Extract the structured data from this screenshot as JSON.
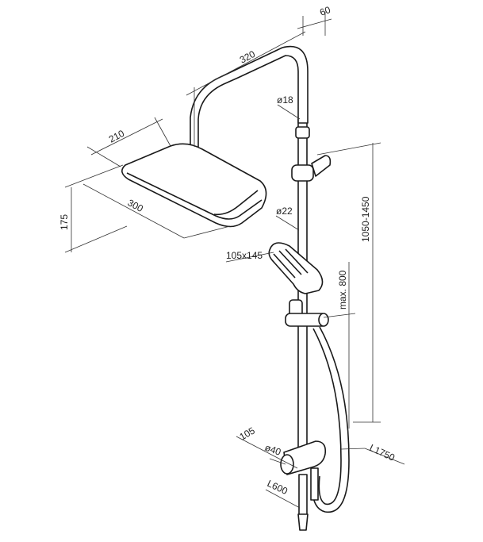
{
  "drawing": {
    "labels": {
      "arm_offset": "60",
      "arm_length": "320",
      "arm_diameter": "ø18",
      "head_depth": "210",
      "head_height": "175",
      "head_width": "300",
      "pole_diameter": "ø22",
      "hand_shower_size": "105x145",
      "height_range": "1050-1450",
      "slide_range": "max. 800",
      "diverter_offset": "105",
      "diverter_diameter": "ø40",
      "hose_length": "L1750",
      "spout_length": "L600"
    }
  }
}
